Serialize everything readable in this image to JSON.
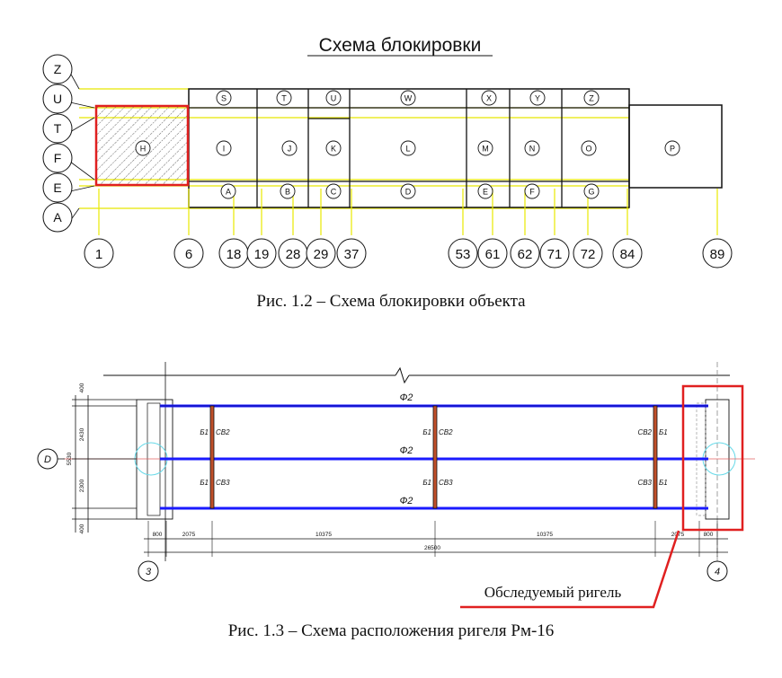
{
  "block_scheme": {
    "title": "Схема блокировки",
    "row_axes": [
      "Z",
      "U",
      "T",
      "F",
      "E",
      "A"
    ],
    "column_axes": [
      "1",
      "6",
      "18",
      "19",
      "28",
      "29",
      "37",
      "53",
      "61",
      "62",
      "71",
      "72",
      "84",
      "89"
    ],
    "top_blocks": [
      "S",
      "T",
      "U",
      "W",
      "X",
      "Y",
      "Z"
    ],
    "middle_blocks": [
      "H",
      "I",
      "J",
      "K",
      "L",
      "M",
      "N",
      "O",
      "P"
    ],
    "bottom_blocks": [
      "A",
      "B",
      "C",
      "D",
      "E",
      "F",
      "G"
    ],
    "highlighted_block": "H",
    "highlight_color": "#e02020",
    "caption": "Рис. 1.2 – Схема блокировки объекта"
  },
  "beam_layout": {
    "bars": [
      "Ф2",
      "Ф2",
      "Ф2"
    ],
    "beam_color": "#1a1aff",
    "row_axis": "D",
    "column_axes": [
      "3",
      "4"
    ],
    "left_dims": [
      "400",
      "2430",
      "2300",
      "400"
    ],
    "overall_height_dim": "5530",
    "bottom_dims": [
      "800",
      "2075",
      "10375",
      "10375",
      "2075",
      "800"
    ],
    "overall_length_dim": "26500",
    "joint_labels": {
      "row1": [
        [
          "Б1",
          "СВ2"
        ],
        [
          "Б1",
          "СВ2"
        ],
        [
          "СВ2",
          "Б1"
        ]
      ],
      "row2": [
        [
          "Б1",
          "СВ3"
        ],
        [
          "Б1",
          "СВ3"
        ],
        [
          "СВ3",
          "Б1"
        ]
      ]
    },
    "callout_label": "Обследуемый ригель",
    "highlight_color": "#e02020",
    "caption": "Рис. 1.3 – Схема расположения ригеля Рм-16"
  }
}
